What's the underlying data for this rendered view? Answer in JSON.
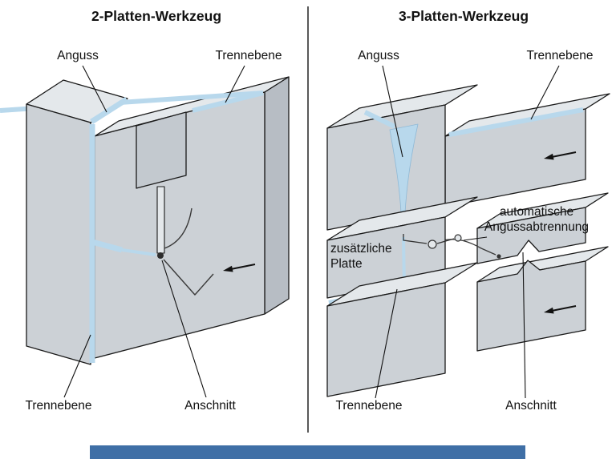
{
  "panels": {
    "left": {
      "title": "2-Platten-Werkzeug",
      "labels": {
        "anguss": "Anguss",
        "trennebene_top": "Trennebene",
        "trennebene_bottom": "Trennebene",
        "anschnitt": "Anschnitt"
      }
    },
    "right": {
      "title": "3-Platten-Werkzeug",
      "labels": {
        "anguss": "Anguss",
        "trennebene_top": "Trennebene",
        "zusaetzliche_platte": "zusätzliche Platte",
        "automatische_angussabtrennung": "automatische Angussabtrennung",
        "trennebene_bottom": "Trennebene",
        "anschnitt": "Anschnitt"
      }
    }
  },
  "colors": {
    "top_face": "#e4e8eb",
    "front_face": "#ccd1d6",
    "side_face": "#b7bdc4",
    "recess_face": "#c3c9cf",
    "melt_blue": "#b8d8ec",
    "outline": "#1a1a1a",
    "footer_bar": "#3f6fa6"
  }
}
